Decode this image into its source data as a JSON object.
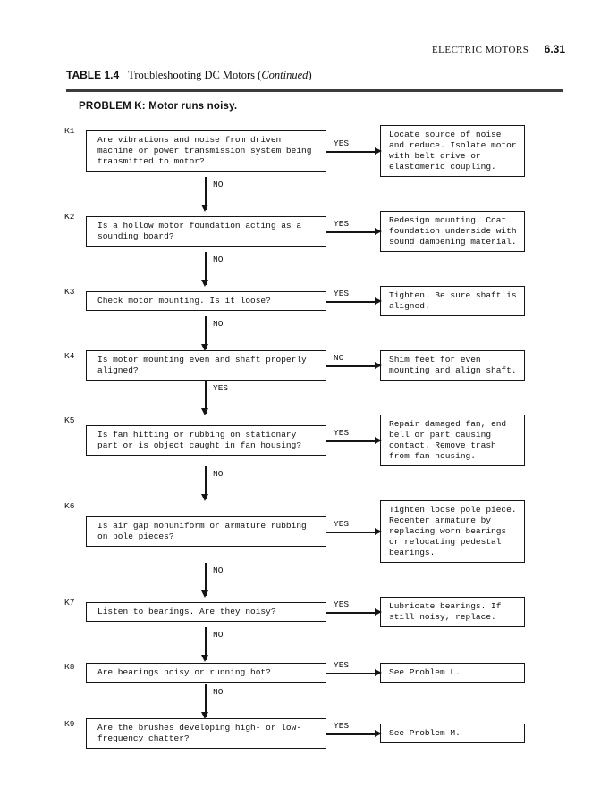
{
  "page": {
    "running_header": "ELECTRIC MOTORS",
    "page_number": "6.31",
    "table_label": "TABLE 1.4",
    "table_title_prefix": "Troubleshooting DC Motors (",
    "table_title_italic": "Continued",
    "table_title_suffix": ")",
    "problem_heading": "PROBLEM K: Motor runs noisy."
  },
  "flow": {
    "rows": [
      {
        "id": "K1",
        "question": "Are vibrations and noise from driven machine or power transmission system being transmitted to motor?",
        "branch_label": "YES",
        "action": "Locate source of noise and reduce.  Isolate motor with belt drive or elastomeric coupling.",
        "down_label": "NO"
      },
      {
        "id": "K2",
        "question": "Is a hollow motor foundation acting as a sounding board?",
        "branch_label": "YES",
        "action": "Redesign mounting.  Coat foundation underside with sound dampening material.",
        "down_label": "NO"
      },
      {
        "id": "K3",
        "question": "Check motor mounting.  Is it loose?",
        "branch_label": "YES",
        "action": "Tighten.  Be sure shaft is aligned.",
        "down_label": "NO"
      },
      {
        "id": "K4",
        "question": "Is motor mounting even and shaft properly aligned?",
        "branch_label": "NO",
        "action": "Shim feet for even mounting and align shaft.",
        "down_label": "YES"
      },
      {
        "id": "K5",
        "question": "Is fan hitting or rubbing on stationary part or is object caught in fan housing?",
        "branch_label": "YES",
        "action": "Repair damaged fan, end bell or part causing contact. Remove trash from fan housing.",
        "down_label": "NO"
      },
      {
        "id": "K6",
        "question": "Is air gap nonuniform or armature rubbing on pole pieces?",
        "branch_label": "YES",
        "action": "Tighten loose pole piece. Recenter armature by replacing worn bearings or relocating pedestal bearings.",
        "down_label": "NO"
      },
      {
        "id": "K7",
        "question": "Listen to bearings.  Are they noisy?",
        "branch_label": "YES",
        "action": "Lubricate bearings.  If still noisy, replace.",
        "down_label": "NO"
      },
      {
        "id": "K8",
        "question": "Are bearings noisy or running hot?",
        "branch_label": "YES",
        "action": "See Problem L.",
        "down_label": "NO"
      },
      {
        "id": "K9",
        "question": "Are the brushes developing high- or low-frequency chatter?",
        "branch_label": "YES",
        "action": "See Problem M.",
        "down_label": ""
      }
    ]
  }
}
